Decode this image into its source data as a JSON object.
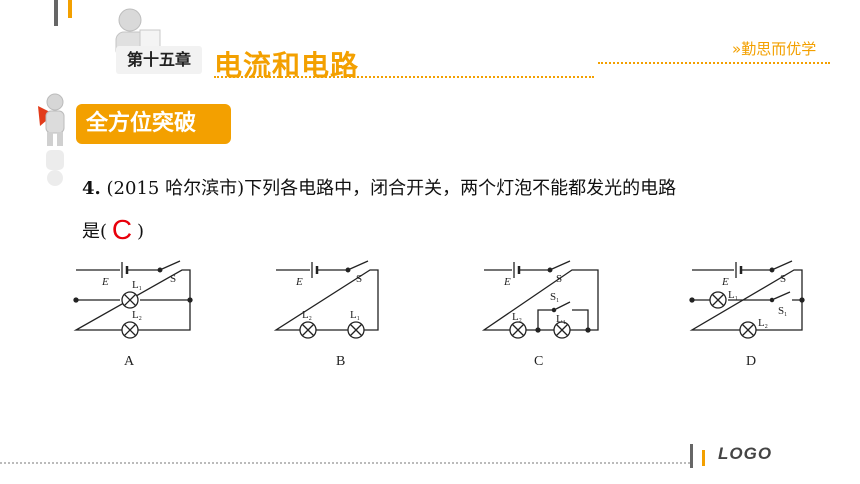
{
  "header": {
    "chapter_label": "第十五章",
    "chapter_title": "电流和电路",
    "brand_text": "勤思而优学",
    "brand_icon": "double-chevron-icon"
  },
  "section": {
    "title": "全方位突破"
  },
  "question": {
    "number": "4.",
    "text_line1": "(2015 哈尔滨市)下列各电路中，闭合开关，两个灯泡不能都发光的电路",
    "text_line2_prefix": "是(",
    "answer": "C",
    "text_line2_suffix": ")"
  },
  "circuits": [
    {
      "caption": "A",
      "labels": {
        "E": "E",
        "S": "S",
        "L1": "L",
        "L1sub": "1",
        "L2": "L",
        "L2sub": "2"
      }
    },
    {
      "caption": "B",
      "labels": {
        "E": "E",
        "S": "S",
        "L2": "L",
        "L2sub": "2",
        "L1": "L",
        "L1sub": "1"
      }
    },
    {
      "caption": "C",
      "labels": {
        "E": "E",
        "S": "S",
        "S1": "S",
        "S1sub": "1",
        "L2": "L",
        "L2sub": "2",
        "L1": "L",
        "L1sub": "1"
      }
    },
    {
      "caption": "D",
      "labels": {
        "E": "E",
        "S": "S",
        "L1": "L",
        "L1sub": "1",
        "S1": "S",
        "S1sub": "1",
        "L2": "L",
        "L2sub": "2"
      }
    }
  ],
  "footer": {
    "logo_text": "LOGO"
  },
  "colors": {
    "accent": "#f3a000",
    "answer": "#e8000b"
  }
}
